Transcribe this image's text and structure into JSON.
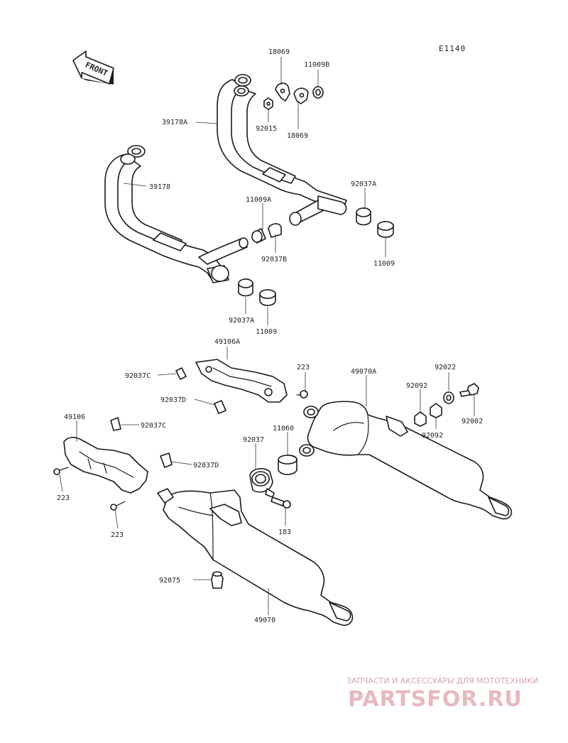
{
  "diagram": {
    "code": "E1140",
    "front_label": "FRONT"
  },
  "callouts": [
    {
      "id": "c1",
      "text": "18069"
    },
    {
      "id": "c2",
      "text": "11009B"
    },
    {
      "id": "c3",
      "text": "39178A"
    },
    {
      "id": "c4",
      "text": "92015"
    },
    {
      "id": "c5",
      "text": "18069"
    },
    {
      "id": "c6",
      "text": "39178"
    },
    {
      "id": "c7",
      "text": "11009A"
    },
    {
      "id": "c8",
      "text": "92037A"
    },
    {
      "id": "c9",
      "text": "92037B"
    },
    {
      "id": "c10",
      "text": "11009"
    },
    {
      "id": "c11",
      "text": "92037A"
    },
    {
      "id": "c12",
      "text": "11009"
    },
    {
      "id": "c13",
      "text": "49106A"
    },
    {
      "id": "c14",
      "text": "223"
    },
    {
      "id": "c15",
      "text": "49070A"
    },
    {
      "id": "c16",
      "text": "92022"
    },
    {
      "id": "c17",
      "text": "92037C"
    },
    {
      "id": "c18",
      "text": "92037D"
    },
    {
      "id": "c19",
      "text": "92092"
    },
    {
      "id": "c20",
      "text": "92002"
    },
    {
      "id": "c21",
      "text": "92092"
    },
    {
      "id": "c22",
      "text": "49106"
    },
    {
      "id": "c23",
      "text": "92037C"
    },
    {
      "id": "c24",
      "text": "92037"
    },
    {
      "id": "c25",
      "text": "11060"
    },
    {
      "id": "c26",
      "text": "92037D"
    },
    {
      "id": "c27",
      "text": "223"
    },
    {
      "id": "c28",
      "text": "223"
    },
    {
      "id": "c29",
      "text": "183"
    },
    {
      "id": "c30",
      "text": "92075"
    },
    {
      "id": "c31",
      "text": "49070"
    }
  ],
  "watermark": {
    "subtitle": "ЗАПЧАСТИ И АКСЕССУАРЫ ДЛЯ МОТОТЕХНИКИ",
    "brand": "PARTSFOR.RU"
  }
}
